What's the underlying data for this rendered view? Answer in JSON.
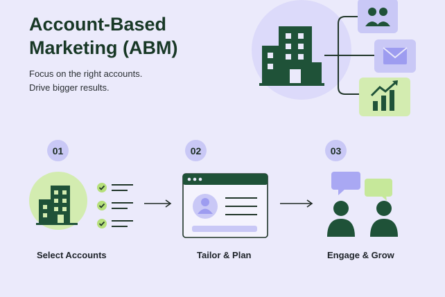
{
  "header": {
    "title_line1": "Account-Based",
    "title_line2": "Marketing (ABM)",
    "subtitle_line1": "Focus on the right accounts.",
    "subtitle_line2": "Drive bigger results."
  },
  "steps": [
    {
      "number": "01",
      "label": "Select Accounts"
    },
    {
      "number": "02",
      "label": "Tailor & Plan"
    },
    {
      "number": "03",
      "label": "Engage & Grow"
    }
  ],
  "icons": {
    "hero": [
      "building-icon",
      "users-icon",
      "mail-icon",
      "growth-chart-icon"
    ],
    "step1": [
      "building-icon",
      "checklist-icon"
    ],
    "step2": [
      "browser-profile-icon"
    ],
    "step3": [
      "chat-bubble-icon",
      "person-icon"
    ]
  },
  "colors": {
    "background": "#ebeafb",
    "dark_green": "#1f5238",
    "lavender": "#c9c8f6",
    "light_green": "#d3ecb0",
    "check_green": "#b6e07a"
  }
}
